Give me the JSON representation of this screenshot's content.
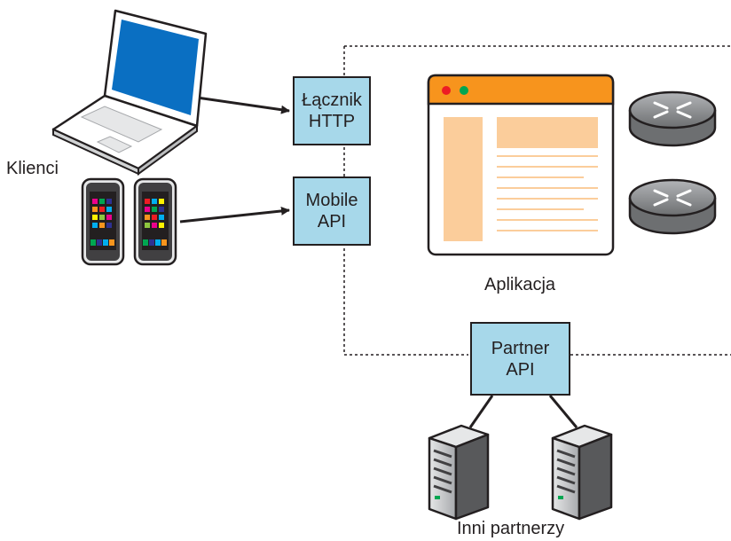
{
  "labels": {
    "clients": "Klienci",
    "application": "Aplikacja",
    "partners": "Inni partnerzy"
  },
  "boxes": {
    "http_connector": {
      "line1": "Łącznik",
      "line2": "HTTP"
    },
    "mobile_api": {
      "line1": "Mobile",
      "line2": "API"
    },
    "partner_api": {
      "line1": "Partner",
      "line2": "API"
    }
  },
  "icons": [
    "laptop-icon",
    "smartphone-icon",
    "app-window-icon",
    "router-icon",
    "server-icon"
  ],
  "colors": {
    "box_fill": "#a7d8ea",
    "stroke": "#231f20",
    "window_bar": "#f7941d",
    "window_block": "#fbcd9b",
    "laptop_screen": "#0a6fc2",
    "router": "#8a8c8e",
    "server": "#9d9fa2"
  }
}
